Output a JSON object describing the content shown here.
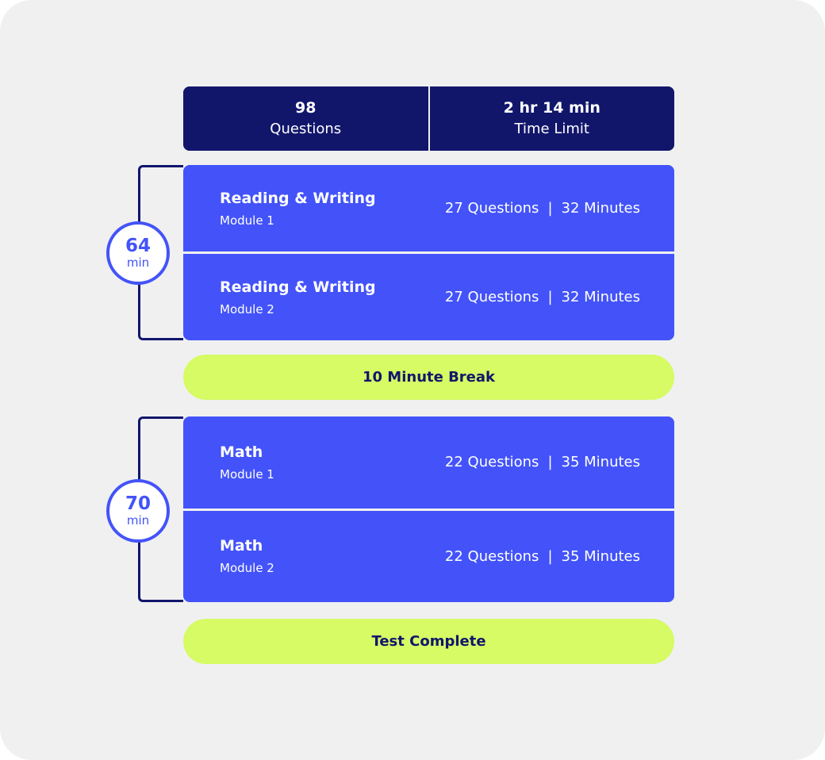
{
  "header": {
    "questions": {
      "value": "98",
      "label": "Questions"
    },
    "time": {
      "value": "2 hr 14 min",
      "label": "Time Limit"
    }
  },
  "sections": [
    {
      "badge": {
        "value": "64",
        "unit": "min"
      },
      "modules": [
        {
          "title": "Reading & Writing",
          "subtitle": "Module 1",
          "questions": "27 Questions",
          "separator": "|",
          "minutes": "32 Minutes"
        },
        {
          "title": "Reading & Writing",
          "subtitle": "Module 2",
          "questions": "27 Questions",
          "separator": "|",
          "minutes": "32 Minutes"
        }
      ]
    },
    {
      "badge": {
        "value": "70",
        "unit": "min"
      },
      "modules": [
        {
          "title": "Math",
          "subtitle": "Module 1",
          "questions": "22 Questions",
          "separator": "|",
          "minutes": "35 Minutes"
        },
        {
          "title": "Math",
          "subtitle": "Module 2",
          "questions": "22 Questions",
          "separator": "|",
          "minutes": "35 Minutes"
        }
      ]
    }
  ],
  "break_label": "10 Minute Break",
  "complete_label": "Test Complete",
  "colors": {
    "navy": "#12166b",
    "blue": "#4353f9",
    "lime": "#d6fb64",
    "background": "#f0f0f1"
  }
}
